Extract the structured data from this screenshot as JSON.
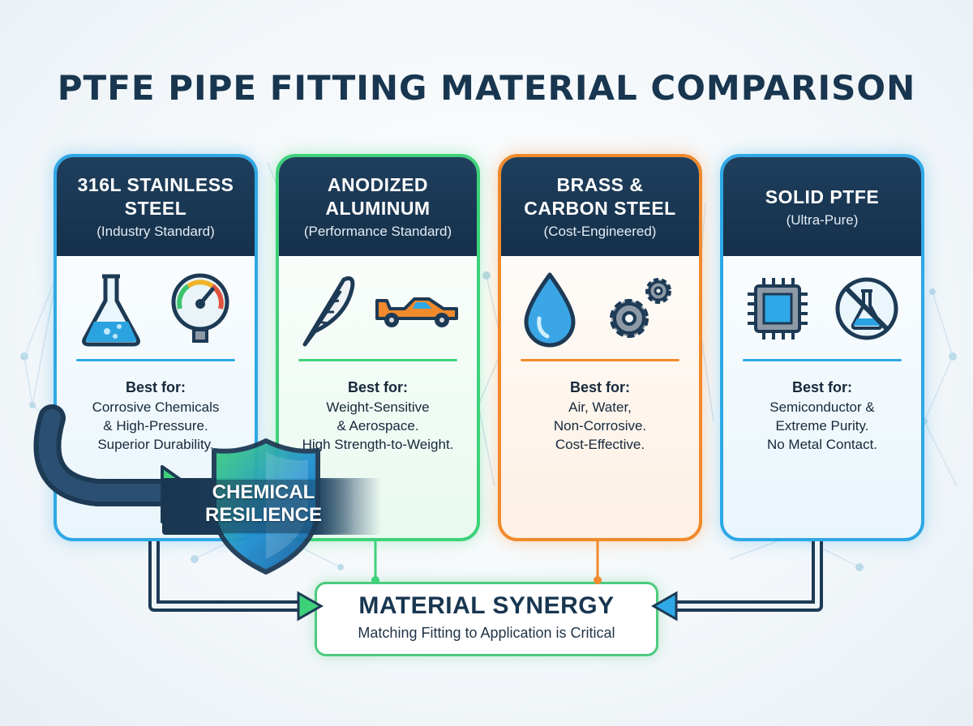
{
  "title": "PTFE PIPE FITTING MATERIAL COMPARISON",
  "best_label": "Best for:",
  "cards": [
    {
      "title": "316L STAINLESS\nSTEEL",
      "subtitle": "(Industry Standard)",
      "icons": [
        "flask-icon",
        "pressure-gauge-icon"
      ],
      "lines": [
        "Corrosive Chemicals",
        "& High-Pressure.",
        "Superior Durability."
      ],
      "accent": "#2ea8e6"
    },
    {
      "title": "ANODIZED\nALUMINUM",
      "subtitle": "(Performance Standard)",
      "icons": [
        "feather-icon",
        "race-car-icon"
      ],
      "lines": [
        "Weight-Sensitive",
        "& Aerospace.",
        "High Strength-to-Weight."
      ],
      "accent": "#3dd27a"
    },
    {
      "title": "BRASS &\nCARBON STEEL",
      "subtitle": "(Cost-Engineered)",
      "icons": [
        "water-drop-icon",
        "gears-icon"
      ],
      "lines": [
        "Air, Water,",
        "Non-Corrosive.",
        "Cost-Effective."
      ],
      "accent": "#f08a2c"
    },
    {
      "title": "SOLID PTFE",
      "subtitle": "(Ultra-Pure)",
      "icons": [
        "microchip-icon",
        "no-metal-contact-icon"
      ],
      "lines": [
        "Semiconductor &",
        "Extreme Purity.",
        "No Metal Contact."
      ],
      "accent": "#2ea8e6"
    }
  ],
  "callout": {
    "line1": "CHEMICAL",
    "line2": "RESILIENCE",
    "icon": "shield-icon"
  },
  "synergy": {
    "title": "MATERIAL SYNERGY",
    "subtitle": "Matching Fitting to Application is Critical"
  }
}
